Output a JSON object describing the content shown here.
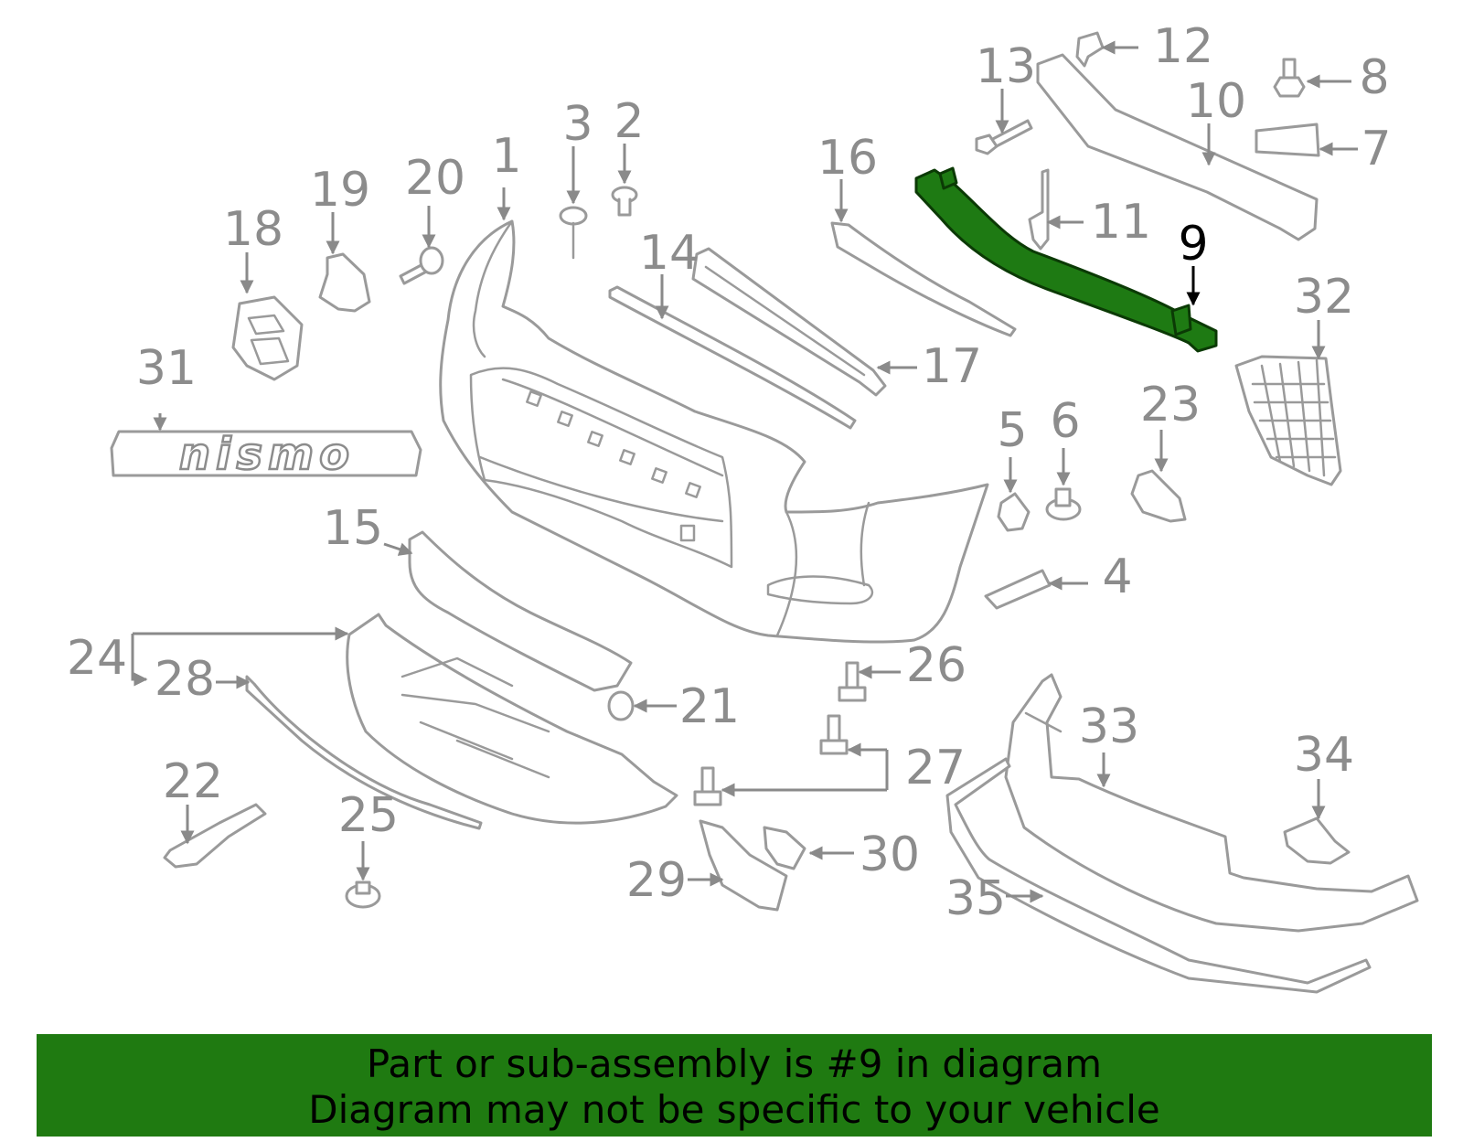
{
  "highlighted_part": "9",
  "part_labels": {
    "p1": "1",
    "p2": "2",
    "p3": "3",
    "p4": "4",
    "p5": "5",
    "p6": "6",
    "p7": "7",
    "p8": "8",
    "p9": "9",
    "p10": "10",
    "p11": "11",
    "p12": "12",
    "p13": "13",
    "p14": "14",
    "p15": "15",
    "p16": "16",
    "p17": "17",
    "p18": "18",
    "p19": "19",
    "p20": "20",
    "p21": "21",
    "p22": "22",
    "p23": "23",
    "p24": "24",
    "p25": "25",
    "p26": "26",
    "p27": "27",
    "p28": "28",
    "p29": "29",
    "p30": "30",
    "p31": "31",
    "p32": "32",
    "p33": "33",
    "p34": "34",
    "p35": "35"
  },
  "emblem_text": "nismo",
  "banner": {
    "line1": "Part or sub-assembly is #9 in diagram",
    "line2": "Diagram may not be specific to your vehicle"
  },
  "colors": {
    "highlight": "#1e7a13",
    "banner_bg": "#1f7a11",
    "line_gray": "#9a9a9a"
  }
}
